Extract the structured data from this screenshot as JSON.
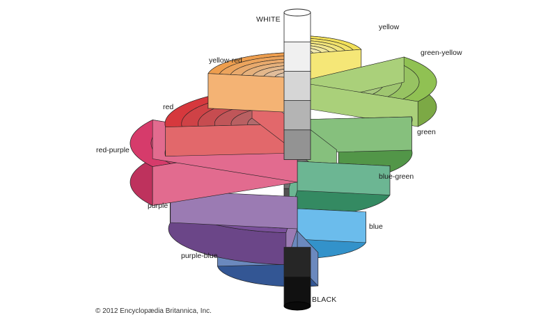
{
  "diagram": {
    "axis_top_label": "WHITE",
    "axis_bottom_label": "BLACK",
    "hues": [
      {
        "name": "yellow",
        "color": "#f2df4a"
      },
      {
        "name": "green-yellow",
        "color": "#8dc04e"
      },
      {
        "name": "green",
        "color": "#5dab52"
      },
      {
        "name": "blue-green",
        "color": "#3b9d6f"
      },
      {
        "name": "blue",
        "color": "#3aa6e6"
      },
      {
        "name": "purple-blue",
        "color": "#3a62a8"
      },
      {
        "name": "purple",
        "color": "#7a4f9a"
      },
      {
        "name": "red-purple",
        "color": "#d8396a"
      },
      {
        "name": "red",
        "color": "#d8353a"
      },
      {
        "name": "yellow-red",
        "color": "#f09a45"
      }
    ],
    "value_colors": [
      "#ffffff",
      "#f0f0f0",
      "#d6d6d6",
      "#b4b4b4",
      "#939393",
      "#727272",
      "#525252",
      "#3a3a3a",
      "#262626",
      "#111111"
    ]
  },
  "copyright": "© 2012 Encyclopædia Britannica, Inc."
}
